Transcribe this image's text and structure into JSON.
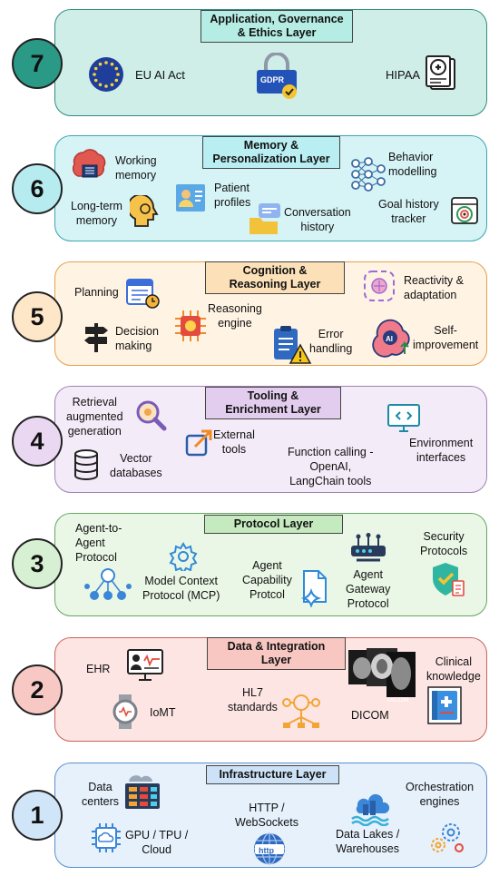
{
  "layers": [
    {
      "number": "7",
      "title_line1": "Application, Governance",
      "title_line2": "& Ethics Layer",
      "items": {
        "eu_ai_act": "EU AI Act",
        "gdpr_badge": "GDPR",
        "hipaa": "HIPAA"
      }
    },
    {
      "number": "6",
      "title_line1": "Memory &",
      "title_line2": "Personalization Layer",
      "items": {
        "working_memory_1": "Working",
        "working_memory_2": "memory",
        "long_term_memory_1": "Long-term",
        "long_term_memory_2": "memory",
        "patient_profiles_1": "Patient",
        "patient_profiles_2": "profiles",
        "conversation_history_1": "Conversation",
        "conversation_history_2": "history",
        "behavior_modelling_1": "Behavior",
        "behavior_modelling_2": "modelling",
        "goal_history_1": "Goal history",
        "goal_history_2": "tracker"
      }
    },
    {
      "number": "5",
      "title_line1": "Cognition &",
      "title_line2": "Reasoning Layer",
      "items": {
        "planning": "Planning",
        "decision_making_1": "Decision",
        "decision_making_2": "making",
        "reasoning_engine_1": "Reasoning",
        "reasoning_engine_2": "engine",
        "error_handling_1": "Error",
        "error_handling_2": "handling",
        "reactivity_1": "Reactivity &",
        "reactivity_2": "adaptation",
        "self_improvement_1": "Self-",
        "self_improvement_2": "improvement"
      }
    },
    {
      "number": "4",
      "title_line1": "Tooling &",
      "title_line2": "Enrichment Layer",
      "items": {
        "rag_1": "Retrieval",
        "rag_2": "augmented",
        "rag_3": "generation",
        "vector_db_1": "Vector",
        "vector_db_2": "databases",
        "external_tools_1": "External",
        "external_tools_2": "tools",
        "function_calling_1": "Function calling -",
        "function_calling_2": "OpenAI,",
        "function_calling_3": "LangChain tools",
        "env_interfaces_1": "Environment",
        "env_interfaces_2": "interfaces"
      }
    },
    {
      "number": "3",
      "title_line1": "Protocol Layer",
      "items": {
        "a2a_1": "Agent-to-",
        "a2a_2": "Agent",
        "a2a_3": "Protocol",
        "mcp_1": "Model Context",
        "mcp_2": "Protocol (MCP)",
        "acp_1": "Agent",
        "acp_2": "Capability",
        "acp_3": "Protcol",
        "agp_1": "Agent",
        "agp_2": "Gateway",
        "agp_3": "Protocol",
        "security_1": "Security",
        "security_2": "Protocols"
      }
    },
    {
      "number": "2",
      "title_line1": "Data & Integration",
      "title_line2": "Layer",
      "items": {
        "ehr": "EHR",
        "iomt": "IoMT",
        "hl7_1": "HL7",
        "hl7_2": "standards",
        "dicom": "DICOM",
        "dicom_small": "DICOM",
        "clinical_1": "Clinical",
        "clinical_2": "knowledge"
      }
    },
    {
      "number": "1",
      "title_line1": "Infrastructure Layer",
      "items": {
        "data_centers_1": "Data",
        "data_centers_2": "centers",
        "gpu_1": "GPU / TPU /",
        "gpu_2": "Cloud",
        "http_1": "HTTP /",
        "http_2": "WebSockets",
        "http_badge": "http",
        "data_lakes_1": "Data Lakes /",
        "data_lakes_2": "Warehouses",
        "orchestration_1": "Orchestration",
        "orchestration_2": "engines"
      }
    }
  ],
  "colors": {
    "layer7": {
      "fill": "#cfeee8",
      "border": "#2f8d80",
      "circle": "#2a9a86",
      "title": "#b5ece3"
    },
    "layer6": {
      "fill": "#d6f3f5",
      "border": "#3aa6b4",
      "circle": "#b6ecf0",
      "title": "#b9eef2"
    },
    "layer5": {
      "fill": "#fff3e3",
      "border": "#e3a04b",
      "circle": "#fde7c8",
      "title": "#fbe0b8"
    },
    "layer4": {
      "fill": "#f4ebf8",
      "border": "#a381b4",
      "circle": "#ead8f3",
      "title": "#e3cdee"
    },
    "layer3": {
      "fill": "#eaf7e6",
      "border": "#64a760",
      "circle": "#d7efd2",
      "title": "#c6eac0"
    },
    "layer2": {
      "fill": "#fde5e3",
      "border": "#c9635c",
      "circle": "#f8c9c4",
      "title": "#f8c7c2"
    },
    "layer1": {
      "fill": "#e6f1fc",
      "border": "#5b8fc9",
      "circle": "#d1e5f8",
      "title": "#cde2f6"
    }
  }
}
